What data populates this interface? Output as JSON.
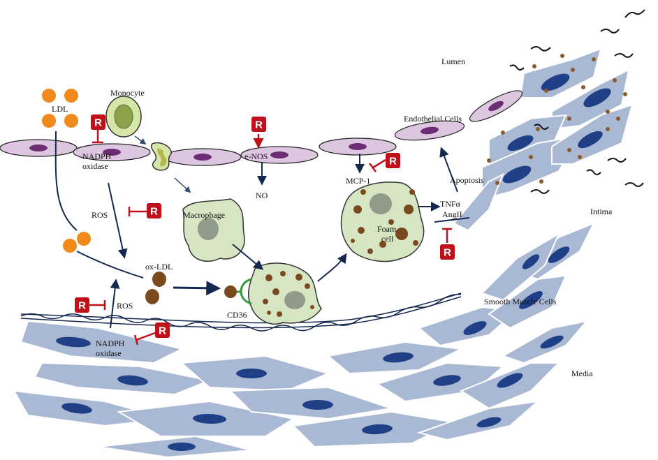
{
  "colors": {
    "endothelial_fill": "#dcc6e0",
    "endothelial_nucleus": "#6b2e72",
    "smooth_muscle_fill": "#a9b8d3",
    "smooth_muscle_nucleus": "#1f3f86",
    "ldl": "#f08a1c",
    "ox_ldl": "#7a4a1e",
    "cell_green": "#d6e5c2",
    "nucleus_grey": "#8f9c8a",
    "arrow_navy": "#15284f",
    "inhibitor_red": "#c0111b",
    "cd36_green": "#2f9a3a"
  },
  "labels": {
    "lumen": "Lumen",
    "intima": "Intima",
    "media": "Media",
    "endothelial_cells": "Endothelial Cells",
    "smooth_muscle_cells": "Smooth Muscle Cells",
    "ldl": "LDL",
    "monocyte": "Monocyte",
    "nadph_top_1": "NADPH",
    "nadph_top_2": "oxidase",
    "enos": "e-NOS",
    "no": "NO",
    "mcp1": "MCP-1",
    "ros_upper": "ROS",
    "macrophage": "Macrophage",
    "ox_ldl": "ox-LDL",
    "cd36": "CD36",
    "foam_1": "Foam",
    "foam_2": "cell",
    "apoptosis": "Apoptosis",
    "tnf": "TNFα",
    "angii": "AngII",
    "ros_lower": "ROS",
    "nadph_bottom_1": "NADPH",
    "nadph_bottom_2": "oxidase"
  },
  "inhibitor_badge": "R"
}
